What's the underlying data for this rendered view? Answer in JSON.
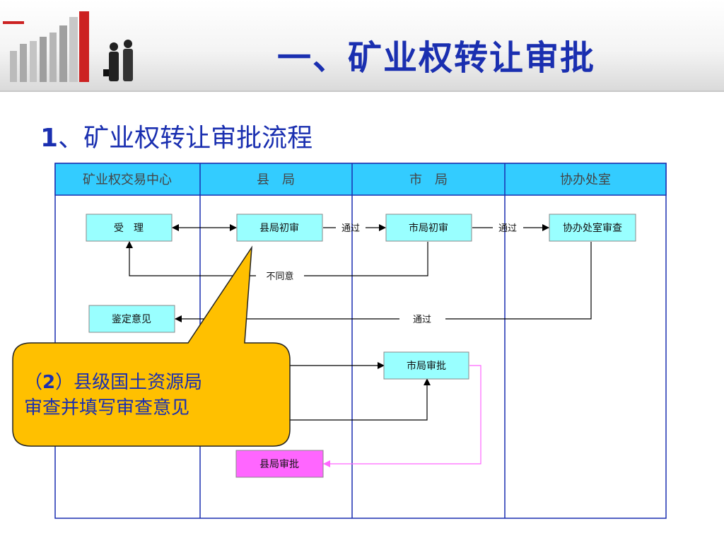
{
  "slide": {
    "title": "一、矿业权转让审批",
    "subtitle_num": "1",
    "subtitle_text": "、矿业权转让审批流程"
  },
  "flow": {
    "columns": [
      "矿业权交易中心",
      "县　局",
      "市　局",
      "协办处室"
    ],
    "nodes": {
      "accept": "受　理",
      "county_review": "县局初审",
      "city_review": "市局初审",
      "dept_review": "协办处室审查",
      "appraisal": "鉴定意见",
      "city_approve": "市局审批",
      "county_approve": "县局审批"
    },
    "edges": {
      "pass_1": "通过",
      "pass_2": "通过",
      "disagree": "不同意",
      "pass_3": "通过"
    },
    "colors": {
      "header_fill": "#33ccff",
      "box_fill": "#99ffff",
      "magenta_box": "#ff66ff",
      "lane_border": "#1a2fb0",
      "callout_fill": "#ffc000",
      "title_color": "#1a2fb0"
    }
  },
  "callout": {
    "open_paren": "（",
    "num": "2",
    "text_1": "）县级国土资源局",
    "text_2": "审查并填写审查意见"
  }
}
